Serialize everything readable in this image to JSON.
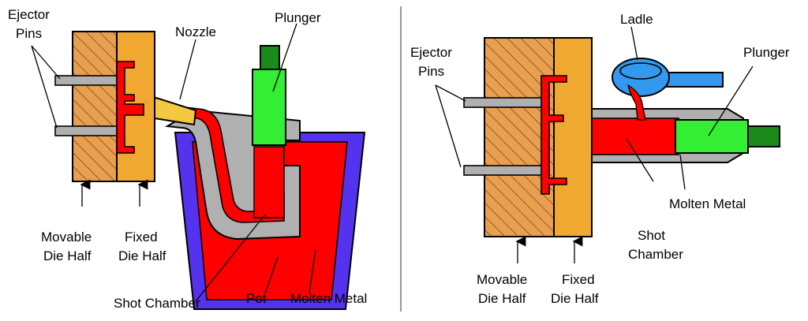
{
  "colors": {
    "die_movable": "#E8A050",
    "die_fixed": "#F0A830",
    "molten": "#FF0000",
    "pot": "#5533EE",
    "plunger": "#33EE33",
    "plunger_rod": "#1A8A1A",
    "nozzle": "#F5C842",
    "steel": "#B0B0B0",
    "ladle": "#3399EE"
  },
  "left_diagram": {
    "labels": {
      "ejector_1": "Ejector",
      "ejector_2": "Pins",
      "nozzle": "Nozzle",
      "plunger": "Plunger",
      "movable_1": "Movable",
      "movable_2": "Die Half",
      "fixed_1": "Fixed",
      "fixed_2": "Die Half",
      "shot_chamber": "Shot Chamber",
      "pot": "Pot",
      "molten_metal": "Molten Metal"
    }
  },
  "right_diagram": {
    "labels": {
      "ejector_1": "Ejector",
      "ejector_2": "Pins",
      "ladle": "Ladle",
      "plunger": "Plunger",
      "molten_metal": "Molten Metal",
      "shot_1": "Shot",
      "shot_2": "Chamber",
      "movable_1": "Movable",
      "movable_2": "Die Half",
      "fixed_1": "Fixed",
      "fixed_2": "Die Half"
    }
  }
}
